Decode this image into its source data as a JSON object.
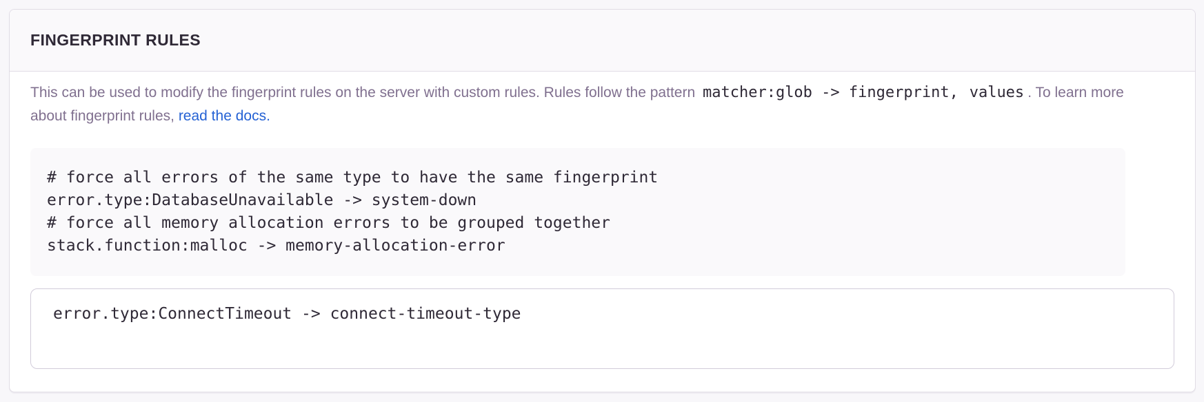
{
  "panel": {
    "title": "FINGERPRINT RULES",
    "description": {
      "intro": "This can be used to modify the fingerprint rules on the server with custom rules. Rules follow the pattern",
      "pattern_code_part1": "matcher:glob -> fingerprint,",
      "pattern_code_part2": "values",
      "middle": ". To learn more about fingerprint rules,",
      "link_label": "read the docs."
    },
    "example_rules": {
      "lines": [
        "# force all errors of the same type to have the same fingerprint",
        "error.type:DatabaseUnavailable -> system-down",
        "# force all memory allocation errors to be grouped together",
        "stack.function:malloc -> memory-allocation-error"
      ]
    },
    "input": {
      "value": "error.type:ConnectTimeout -> connect-timeout-type"
    }
  },
  "colors": {
    "page_background": "#f8f7fa",
    "panel_background": "#ffffff",
    "panel_border": "#e0dce5",
    "header_background": "#faf9fb",
    "heading_text": "#2f2936",
    "body_text": "#80708f",
    "code_text": "#2f2936",
    "code_background": "#faf9fb",
    "accent_link": "#2562d4",
    "input_border": "#d2ccda"
  }
}
